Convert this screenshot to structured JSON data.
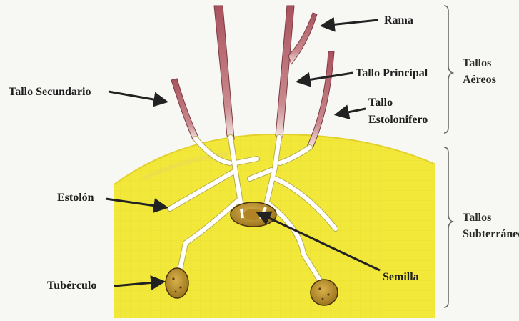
{
  "labels": {
    "rama": "Rama",
    "tallo_principal": "Tallo Principal",
    "tallo_estolonifero_line1": "Tallo",
    "tallo_estolonifero_line2": "Estolonifero",
    "tallo_secundario": "Tallo Secundario",
    "estolon": "Estolón",
    "tuberculo": "Tubérculo",
    "semilla": "Semilla"
  },
  "groups": {
    "aereos_line1": "Tallos",
    "aereos_line2": "Aéreos",
    "subterraneos_line1": "Tallos",
    "subterraneos_line2": "Subterráneos"
  },
  "colors": {
    "soil": "#f2e83a",
    "soil_edge": "#e7d72a",
    "stem": "#b0606a",
    "stem_dark": "#8e4450",
    "white_stem": "#ffffff",
    "tuber": "#c29a34",
    "tuber_dark": "#6d4c12",
    "arrow": "#222222",
    "brace": "#6a6a6a"
  }
}
